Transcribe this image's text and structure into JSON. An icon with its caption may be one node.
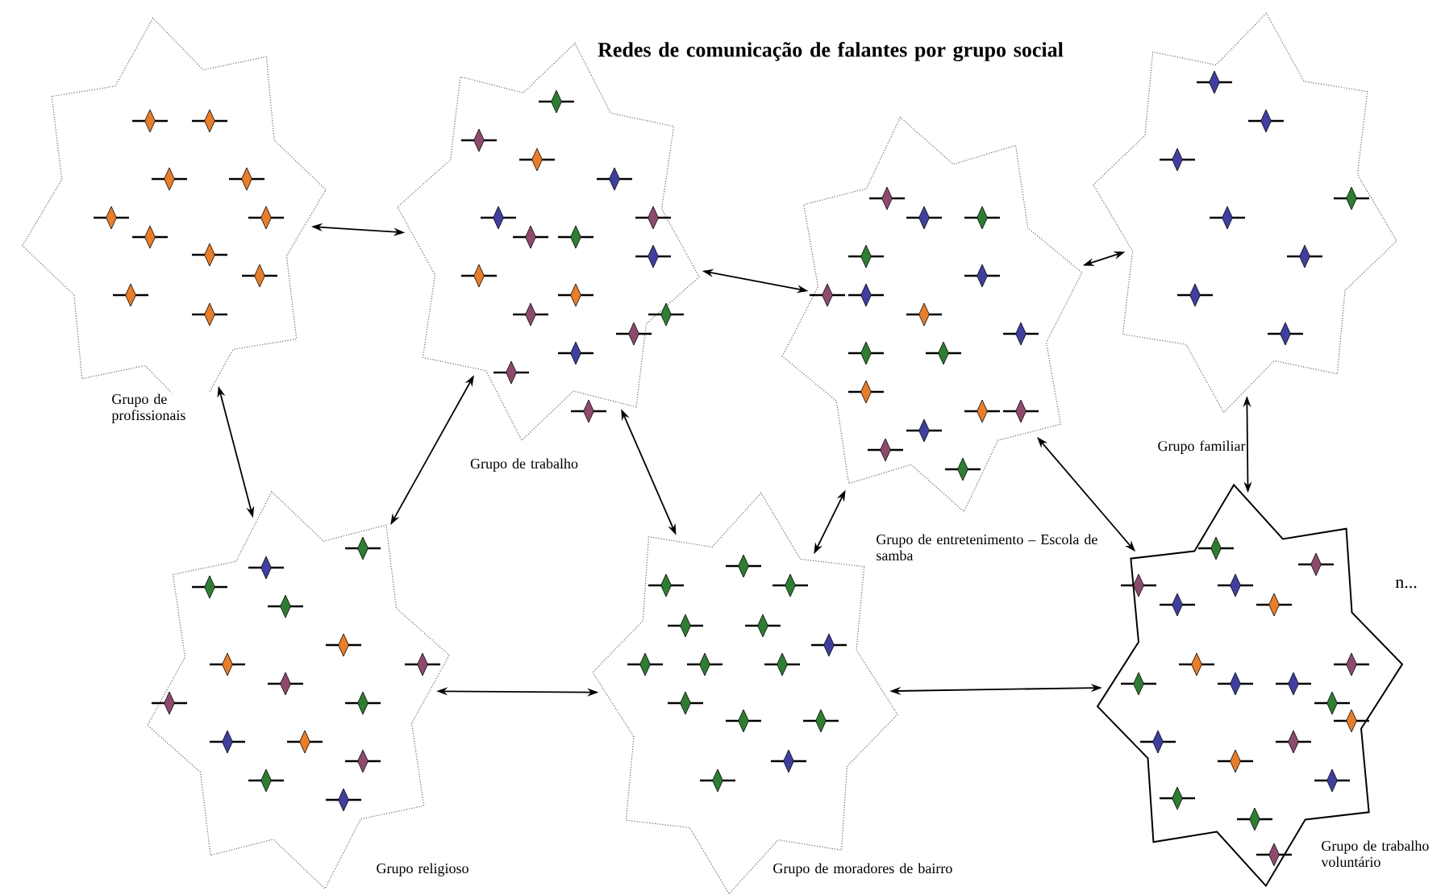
{
  "diagram": {
    "title": "Redes de comunicação de falantes por grupo social",
    "nodes": [
      {
        "text": [
          "Grupo de profissionais"
        ]
      },
      {
        "text": [
          "Grupo de trabalho"
        ]
      },
      {
        "text": [
          "Grupo de entretenimento – Escola de samba"
        ]
      },
      {
        "text": [
          "Grupo familiar"
        ]
      },
      {
        "text": [
          "Grupo religioso"
        ]
      },
      {
        "text": [
          "Grupo de moradores de bairro"
        ]
      },
      {
        "text": [
          "Grupo de trabalho voluntário"
        ]
      }
    ],
    "edges": [
      {
        "from": 0,
        "to": 1,
        "arrow": "both"
      },
      {
        "from": 0,
        "to": 4,
        "arrow": "both"
      },
      {
        "from": 1,
        "to": 2,
        "arrow": "both"
      },
      {
        "from": 1,
        "to": 4,
        "arrow": "both"
      },
      {
        "from": 1,
        "to": 5,
        "arrow": "both"
      },
      {
        "from": 2,
        "to": 3,
        "arrow": "both"
      },
      {
        "from": 2,
        "to": 5,
        "arrow": "both"
      },
      {
        "from": 2,
        "to": 6,
        "arrow": "both"
      },
      {
        "from": 3,
        "to": 6,
        "arrow": "both"
      },
      {
        "from": 4,
        "to": 5,
        "arrow": "both"
      },
      {
        "from": 5,
        "to": 6,
        "arrow": "both"
      }
    ],
    "labels": [
      "n..."
    ]
  }
}
